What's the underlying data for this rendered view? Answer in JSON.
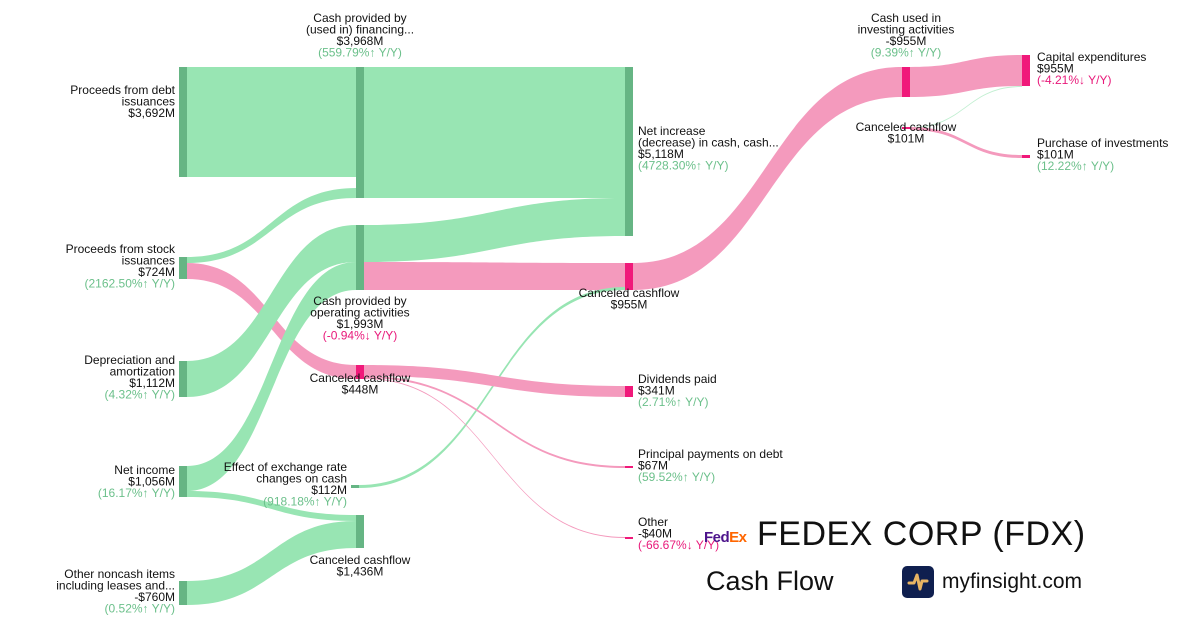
{
  "header": {
    "company": "FEDEX CORP (FDX)",
    "report": "Cash Flow",
    "logo_fed": "Fed",
    "logo_ex": "Ex",
    "site": "myfinsight.com"
  },
  "colors": {
    "inflow_link": "#98e5b3",
    "inflow_node": "#66b584",
    "outflow_link": "#f49abd",
    "outflow_node": "#f0197a",
    "up_text": "#6cc08b",
    "down_text": "#e8197a"
  },
  "chart_data": {
    "type": "sankey",
    "title": "FEDEX CORP (FDX) Cash Flow",
    "units": "USD millions",
    "nodes": [
      {
        "id": "debt",
        "label": [
          "Proceeds from debt",
          "issuances"
        ],
        "value": "$3,692M",
        "change": null,
        "kind": "in"
      },
      {
        "id": "stock",
        "label": [
          "Proceeds from stock",
          "issuances"
        ],
        "value": "$724M",
        "change": "(2162.50%↑ Y/Y)",
        "dir": "up",
        "kind": "in"
      },
      {
        "id": "dep",
        "label": [
          "Depreciation and",
          "amortization"
        ],
        "value": "$1,112M",
        "change": "(4.32%↑ Y/Y)",
        "dir": "up",
        "kind": "in"
      },
      {
        "id": "ni",
        "label": [
          "Net income"
        ],
        "value": "$1,056M",
        "change": "(16.17%↑ Y/Y)",
        "dir": "up",
        "kind": "in"
      },
      {
        "id": "noncash",
        "label": [
          "Other noncash items",
          "including leases and..."
        ],
        "value": "-$760M",
        "change": "(0.52%↑ Y/Y)",
        "dir": "up",
        "kind": "in"
      },
      {
        "id": "fin",
        "label": [
          "Cash provided by",
          "(used in) financing..."
        ],
        "value": "$3,968M",
        "change": "(559.79%↑ Y/Y)",
        "dir": "up",
        "kind": "in"
      },
      {
        "id": "ops",
        "label": [
          "Cash provided by",
          "operating activities"
        ],
        "value": "$1,993M",
        "change": "(-0.94%↓ Y/Y)",
        "dir": "down",
        "kind": "in"
      },
      {
        "id": "cc448",
        "label": [
          "Canceled cashflow"
        ],
        "value": "$448M",
        "change": null,
        "kind": "out"
      },
      {
        "id": "fx",
        "label": [
          "Effect of exchange rate",
          "changes on cash"
        ],
        "value": "$112M",
        "change": "(918.18%↑ Y/Y)",
        "dir": "up",
        "kind": "in"
      },
      {
        "id": "cc1436",
        "label": [
          "Canceled cashflow"
        ],
        "value": "$1,436M",
        "change": null,
        "kind": "in"
      },
      {
        "id": "net",
        "label": [
          "Net increase",
          "(decrease) in cash, cash..."
        ],
        "value": "$5,118M",
        "change": "(4728.30%↑ Y/Y)",
        "dir": "up",
        "kind": "in"
      },
      {
        "id": "cc955",
        "label": [
          "Canceled cashflow"
        ],
        "value": "$955M",
        "change": null,
        "kind": "out"
      },
      {
        "id": "div",
        "label": [
          "Dividends paid"
        ],
        "value": "$341M",
        "change": "(2.71%↑ Y/Y)",
        "dir": "up",
        "kind": "out"
      },
      {
        "id": "ppd",
        "label": [
          "Principal payments on debt"
        ],
        "value": "$67M",
        "change": "(59.52%↑ Y/Y)",
        "dir": "up",
        "kind": "out"
      },
      {
        "id": "other",
        "label": [
          "Other"
        ],
        "value": "-$40M",
        "change": "(-66.67%↓ Y/Y)",
        "dir": "down",
        "kind": "out"
      },
      {
        "id": "inv",
        "label": [
          "Cash used in",
          "investing activities"
        ],
        "value": "-$955M",
        "change": "(9.39%↑ Y/Y)",
        "dir": "up",
        "kind": "out"
      },
      {
        "id": "cc101",
        "label": [
          "Canceled cashflow"
        ],
        "value": "$101M",
        "change": null,
        "kind": "out"
      },
      {
        "id": "capex",
        "label": [
          "Capital expenditures"
        ],
        "value": "$955M",
        "change": "(-4.21%↓ Y/Y)",
        "dir": "down",
        "kind": "out"
      },
      {
        "id": "poi",
        "label": [
          "Purchase of investments"
        ],
        "value": "$101M",
        "change": "(12.22%↑ Y/Y)",
        "dir": "up",
        "kind": "out"
      }
    ],
    "links": [
      {
        "source": "debt",
        "target": "fin",
        "value": 3692,
        "kind": "in"
      },
      {
        "source": "stock",
        "target": "fin",
        "value": 276,
        "kind": "in"
      },
      {
        "source": "stock",
        "target": "cc448",
        "value": 448,
        "kind": "out"
      },
      {
        "source": "dep",
        "target": "ops",
        "value": 1112,
        "kind": "in"
      },
      {
        "source": "ni",
        "target": "ops",
        "value": 881,
        "kind": "in"
      },
      {
        "source": "ni",
        "target": "cc1436",
        "value": 175,
        "kind": "in"
      },
      {
        "source": "noncash",
        "target": "cc1436",
        "value": 760,
        "kind": "in"
      },
      {
        "source": "fin",
        "target": "net",
        "value": 3968,
        "kind": "in"
      },
      {
        "source": "ops",
        "target": "net",
        "value": 1038,
        "kind": "in"
      },
      {
        "source": "ops",
        "target": "cc955",
        "value": 955,
        "kind": "out"
      },
      {
        "source": "fx",
        "target": "cc955",
        "value": 112,
        "kind": "in"
      },
      {
        "source": "cc448",
        "target": "div",
        "value": 341,
        "kind": "out"
      },
      {
        "source": "cc448",
        "target": "ppd",
        "value": 67,
        "kind": "out"
      },
      {
        "source": "cc448",
        "target": "other",
        "value": 40,
        "kind": "out"
      },
      {
        "source": "cc955",
        "target": "inv",
        "value": 955,
        "kind": "out"
      },
      {
        "source": "inv",
        "target": "capex",
        "value": 955,
        "kind": "out"
      },
      {
        "source": "cc101",
        "target": "capex",
        "value": 10,
        "kind": "in"
      },
      {
        "source": "cc101",
        "target": "poi",
        "value": 101,
        "kind": "out"
      }
    ]
  }
}
